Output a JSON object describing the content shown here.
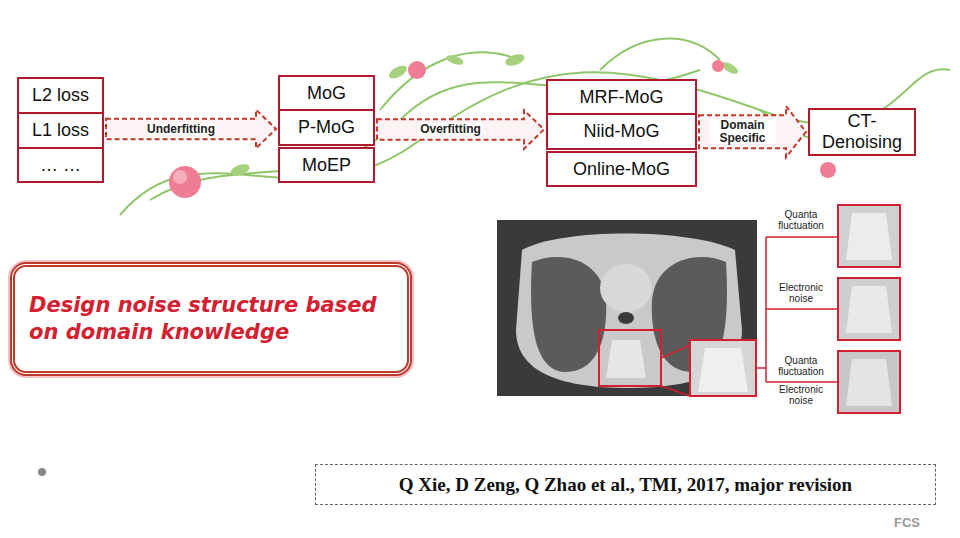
{
  "diagram": {
    "nodes": [
      {
        "text": [
          "L2 loss"
        ]
      },
      {
        "text": [
          "L1 loss"
        ]
      },
      {
        "text": [
          "… …"
        ]
      },
      {
        "text": [
          "MoG"
        ]
      },
      {
        "text": [
          "P-MoG"
        ]
      },
      {
        "text": [
          "MoEP"
        ]
      },
      {
        "text": [
          "MRF-MoG"
        ]
      },
      {
        "text": [
          "Niid-MoG"
        ]
      },
      {
        "text": [
          "Online-MoG"
        ]
      },
      {
        "text": [
          "CT-Denoising"
        ]
      },
      {
        "text": [
          "Design noise structure based on domain knowledge"
        ]
      },
      {
        "text": [
          "Q Xie, D Zeng, Q Zhao et al., TMI, 2017, major revision"
        ]
      }
    ],
    "edges": [
      {
        "from": 1,
        "to": 4,
        "arrow": "to",
        "label": "Underfitting"
      },
      {
        "from": 4,
        "to": 7,
        "arrow": "to",
        "label": "Overfitting"
      },
      {
        "from": 7,
        "to": 9,
        "arrow": "to",
        "label": "Domain Specific"
      }
    ],
    "labels": [
      "Quanta fluctuation",
      "Electronic noise",
      "Quanta fluctuation",
      "Electronic noise",
      "FCS"
    ]
  }
}
